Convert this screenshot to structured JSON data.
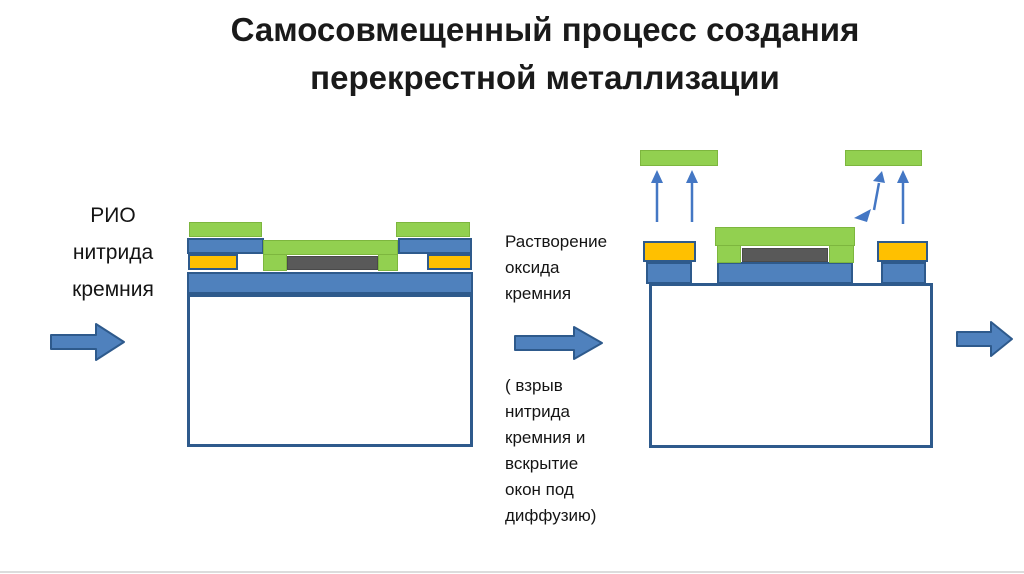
{
  "title": {
    "line1": "Самосовмещенный процесс создания",
    "line2": "перекрестной металлизации"
  },
  "steps": {
    "step1": {
      "lines": [
        "РИО",
        "нитрида",
        "кремния"
      ]
    },
    "step2": {
      "caption": [
        "Растворение",
        "оксида",
        "кремния"
      ],
      "note": [
        "( взрыв",
        "нитрида",
        "кремния и",
        "вскрытие",
        "окон под",
        "диффузию)"
      ]
    }
  },
  "diagram": {
    "left_structure": "substrate with blue oxide layer, orange contacts, green nitride mask and dark metal line",
    "right_structure": "substrate after oxide dissolution with green nitride pieces lifting off",
    "lift_off_arrows": "upward blue arrows under detached green bars"
  },
  "colors": {
    "green_layer": "#92D050",
    "blue_layer": "#4F81BD",
    "blue_border": "#2E5A8C",
    "orange_layer": "#FFC000",
    "gray_metal": "#595959",
    "arrow_fill": "#4F81BD",
    "title_text": "#1A1A1A"
  }
}
